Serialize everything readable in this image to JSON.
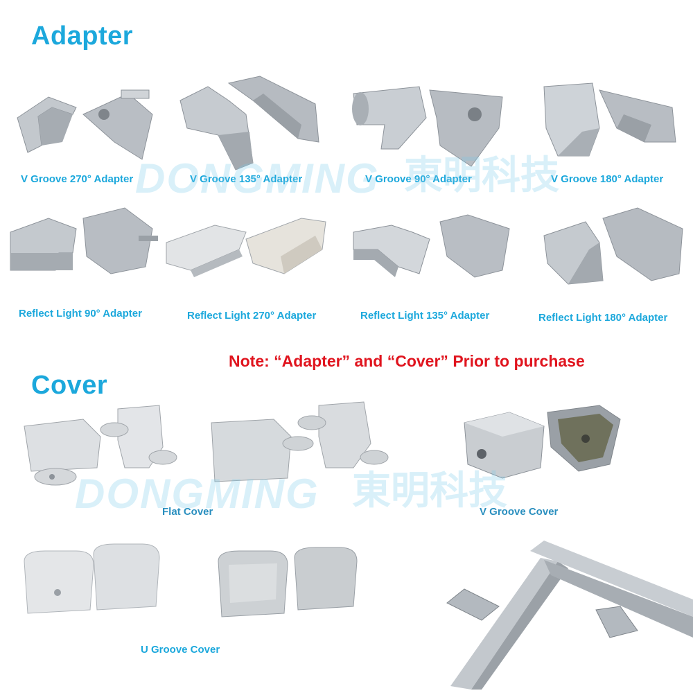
{
  "sections": {
    "adapter_title": "Adapter",
    "cover_title": "Cover"
  },
  "note": "Note: “Adapter” and “Cover” Prior to purchase",
  "watermark": {
    "brand": "DONGMING",
    "chinese": "東明科技"
  },
  "adapters": {
    "row1": [
      "V Groove 270° Adapter",
      "V Groove 135° Adapter",
      "V Groove 90° Adapter",
      "V Groove 180° Adapter"
    ],
    "row2": [
      "Reflect Light 90° Adapter",
      "Reflect Light 270° Adapter",
      "Reflect Light 135° Adapter",
      "Reflect Light 180° Adapter"
    ]
  },
  "covers": {
    "flat": "Flat Cover",
    "v_groove": "V Groove Cover",
    "u_groove": "U Groove Cover"
  },
  "colors": {
    "heading": "#1ca8dc",
    "note": "#e0141e",
    "metal": "#b9bec4",
    "metal_dark": "#8d939a",
    "cover_white": "#dfe3e6",
    "cover_clear": "#c7ccd0"
  }
}
